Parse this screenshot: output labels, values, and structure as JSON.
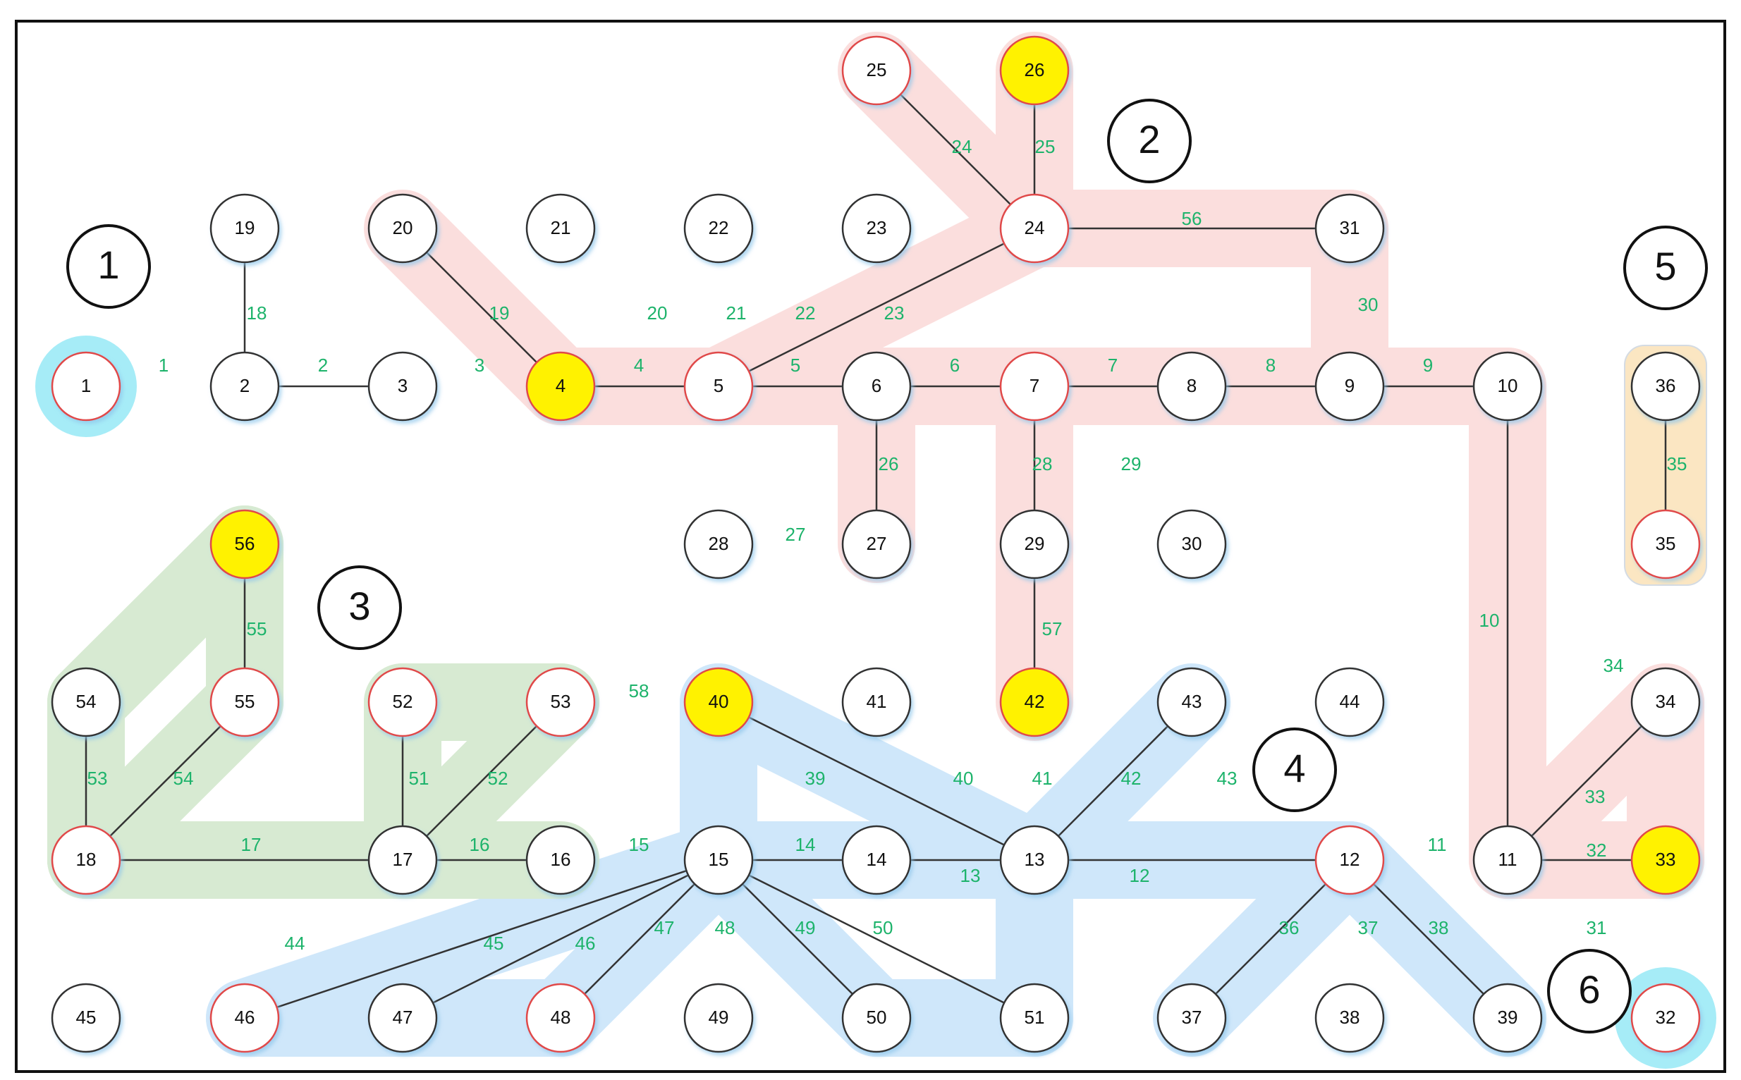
{
  "colors": {
    "node_fill": "#ffffff",
    "node_highlight_fill": "#fff200",
    "node_border_default": "#333333",
    "node_border_red": "#e04848",
    "edge": "#333333",
    "edge_label": "#1db36b",
    "region_pink": "#fbdedd",
    "region_blue": "#cfe7fa",
    "region_green": "#d7ead2",
    "region_orange": "#fbe6c2",
    "region_cyan": "#a6ecf7"
  },
  "nodes": [
    {
      "id": 1,
      "label": "1",
      "style": "red"
    },
    {
      "id": 2,
      "label": "2",
      "style": "normal"
    },
    {
      "id": 3,
      "label": "3",
      "style": "normal"
    },
    {
      "id": 4,
      "label": "4",
      "style": "yellow"
    },
    {
      "id": 5,
      "label": "5",
      "style": "red"
    },
    {
      "id": 6,
      "label": "6",
      "style": "normal"
    },
    {
      "id": 7,
      "label": "7",
      "style": "red"
    },
    {
      "id": 8,
      "label": "8",
      "style": "normal"
    },
    {
      "id": 9,
      "label": "9",
      "style": "normal"
    },
    {
      "id": 10,
      "label": "10",
      "style": "normal"
    },
    {
      "id": 11,
      "label": "11",
      "style": "normal"
    },
    {
      "id": 12,
      "label": "12",
      "style": "red"
    },
    {
      "id": 13,
      "label": "13",
      "style": "normal"
    },
    {
      "id": 14,
      "label": "14",
      "style": "normal"
    },
    {
      "id": 15,
      "label": "15",
      "style": "normal"
    },
    {
      "id": 16,
      "label": "16",
      "style": "normal"
    },
    {
      "id": 17,
      "label": "17",
      "style": "normal"
    },
    {
      "id": 18,
      "label": "18",
      "style": "red"
    },
    {
      "id": 19,
      "label": "19",
      "style": "normal"
    },
    {
      "id": 20,
      "label": "20",
      "style": "normal"
    },
    {
      "id": 21,
      "label": "21",
      "style": "normal"
    },
    {
      "id": 22,
      "label": "22",
      "style": "normal"
    },
    {
      "id": 23,
      "label": "23",
      "style": "normal"
    },
    {
      "id": 24,
      "label": "24",
      "style": "red"
    },
    {
      "id": 25,
      "label": "25",
      "style": "red"
    },
    {
      "id": 26,
      "label": "26",
      "style": "yellow"
    },
    {
      "id": 27,
      "label": "27",
      "style": "normal"
    },
    {
      "id": 28,
      "label": "28",
      "style": "normal"
    },
    {
      "id": 29,
      "label": "29",
      "style": "normal"
    },
    {
      "id": 30,
      "label": "30",
      "style": "normal"
    },
    {
      "id": 31,
      "label": "31",
      "style": "normal"
    },
    {
      "id": 32,
      "label": "32",
      "style": "red"
    },
    {
      "id": 33,
      "label": "33",
      "style": "yellow"
    },
    {
      "id": 34,
      "label": "34",
      "style": "normal"
    },
    {
      "id": 35,
      "label": "35",
      "style": "red"
    },
    {
      "id": 36,
      "label": "36",
      "style": "normal"
    },
    {
      "id": 37,
      "label": "37",
      "style": "normal"
    },
    {
      "id": 38,
      "label": "38",
      "style": "normal"
    },
    {
      "id": 39,
      "label": "39",
      "style": "normal"
    },
    {
      "id": 40,
      "label": "40",
      "style": "yellow"
    },
    {
      "id": 41,
      "label": "41",
      "style": "normal"
    },
    {
      "id": 42,
      "label": "42",
      "style": "yellow"
    },
    {
      "id": 43,
      "label": "43",
      "style": "normal"
    },
    {
      "id": 44,
      "label": "44",
      "style": "normal"
    },
    {
      "id": 45,
      "label": "45",
      "style": "normal"
    },
    {
      "id": 46,
      "label": "46",
      "style": "red"
    },
    {
      "id": 47,
      "label": "47",
      "style": "normal"
    },
    {
      "id": 48,
      "label": "48",
      "style": "red"
    },
    {
      "id": 49,
      "label": "49",
      "style": "normal"
    },
    {
      "id": 50,
      "label": "50",
      "style": "normal"
    },
    {
      "id": 51,
      "label": "51",
      "style": "normal"
    },
    {
      "id": 52,
      "label": "52",
      "style": "red"
    },
    {
      "id": 53,
      "label": "53",
      "style": "red"
    },
    {
      "id": 54,
      "label": "54",
      "style": "normal"
    },
    {
      "id": 55,
      "label": "55",
      "style": "red"
    },
    {
      "id": 56,
      "label": "56",
      "style": "yellow"
    }
  ],
  "edges": [
    {
      "from": 2,
      "to": 19
    },
    {
      "from": 2,
      "to": 3
    },
    {
      "from": 4,
      "to": 20
    },
    {
      "from": 4,
      "to": 5
    },
    {
      "from": 5,
      "to": 6
    },
    {
      "from": 5,
      "to": 24
    },
    {
      "from": 6,
      "to": 7
    },
    {
      "from": 7,
      "to": 8
    },
    {
      "from": 8,
      "to": 9
    },
    {
      "from": 9,
      "to": 10
    },
    {
      "from": 6,
      "to": 27
    },
    {
      "from": 7,
      "to": 29
    },
    {
      "from": 29,
      "to": 42
    },
    {
      "from": 24,
      "to": 25
    },
    {
      "from": 24,
      "to": 26
    },
    {
      "from": 24,
      "to": 31
    },
    {
      "from": 10,
      "to": 11
    },
    {
      "from": 11,
      "to": 33
    },
    {
      "from": 11,
      "to": 34
    },
    {
      "from": 36,
      "to": 35
    },
    {
      "from": 56,
      "to": 55
    },
    {
      "from": 54,
      "to": 18
    },
    {
      "from": 55,
      "to": 18
    },
    {
      "from": 18,
      "to": 17
    },
    {
      "from": 17,
      "to": 16
    },
    {
      "from": 52,
      "to": 17
    },
    {
      "from": 53,
      "to": 17
    },
    {
      "from": 40,
      "to": 13
    },
    {
      "from": 15,
      "to": 14
    },
    {
      "from": 14,
      "to": 13
    },
    {
      "from": 13,
      "to": 12
    },
    {
      "from": 13,
      "to": 43
    },
    {
      "from": 12,
      "to": 37
    },
    {
      "from": 12,
      "to": 39
    },
    {
      "from": 15,
      "to": 46
    },
    {
      "from": 15,
      "to": 47
    },
    {
      "from": 15,
      "to": 48
    },
    {
      "from": 15,
      "to": 50
    },
    {
      "from": 15,
      "to": 51
    }
  ],
  "edge_labels": [
    "1",
    "2",
    "3",
    "4",
    "5",
    "6",
    "7",
    "8",
    "9",
    "10",
    "11",
    "12",
    "13",
    "14",
    "15",
    "16",
    "17",
    "18",
    "19",
    "20",
    "21",
    "22",
    "23",
    "24",
    "25",
    "26",
    "27",
    "28",
    "29",
    "30",
    "31",
    "32",
    "33",
    "34",
    "35",
    "36",
    "37",
    "38",
    "39",
    "40",
    "41",
    "42",
    "43",
    "44",
    "45",
    "46",
    "47",
    "48",
    "49",
    "50",
    "51",
    "52",
    "53",
    "54",
    "55",
    "56",
    "57",
    "58"
  ],
  "group_labels": [
    "1",
    "2",
    "3",
    "4",
    "5",
    "6"
  ]
}
